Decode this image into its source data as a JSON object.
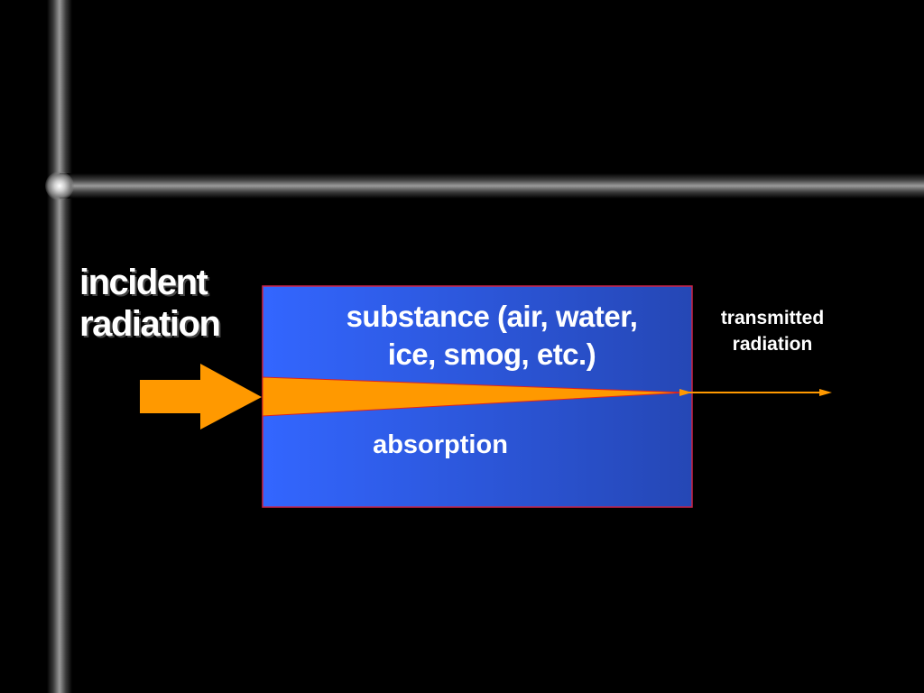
{
  "labels": {
    "incident_line1": "incident",
    "incident_line2": "radiation",
    "substance_line1": "substance (air, water,",
    "substance_line2": "ice, smog, etc.)",
    "absorption": "absorption",
    "transmitted_line1": "transmitted",
    "transmitted_line2": "radiation"
  },
  "colors": {
    "background": "#000000",
    "substance_box_start": "#3366ff",
    "substance_box_end": "#2547b5",
    "box_border": "#cc2244",
    "radiation": "#ff9900",
    "text": "#ffffff"
  },
  "icons": {
    "incident_arrow": "block-arrow-right-icon",
    "transmitted_arrow": "thin-arrow-right-icon"
  }
}
